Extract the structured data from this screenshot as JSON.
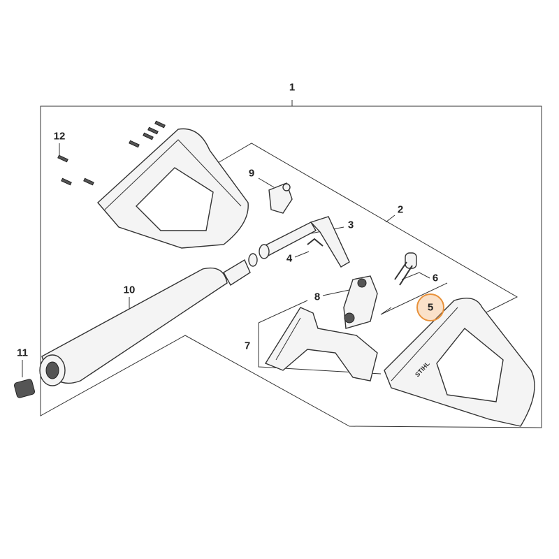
{
  "diagram": {
    "labels": [
      "1",
      "2",
      "3",
      "4",
      "5",
      "6",
      "7",
      "8",
      "9",
      "10",
      "11",
      "12"
    ],
    "highlighted": "5",
    "highlight_color": "#e8913a",
    "logo_text": "STIHL"
  }
}
